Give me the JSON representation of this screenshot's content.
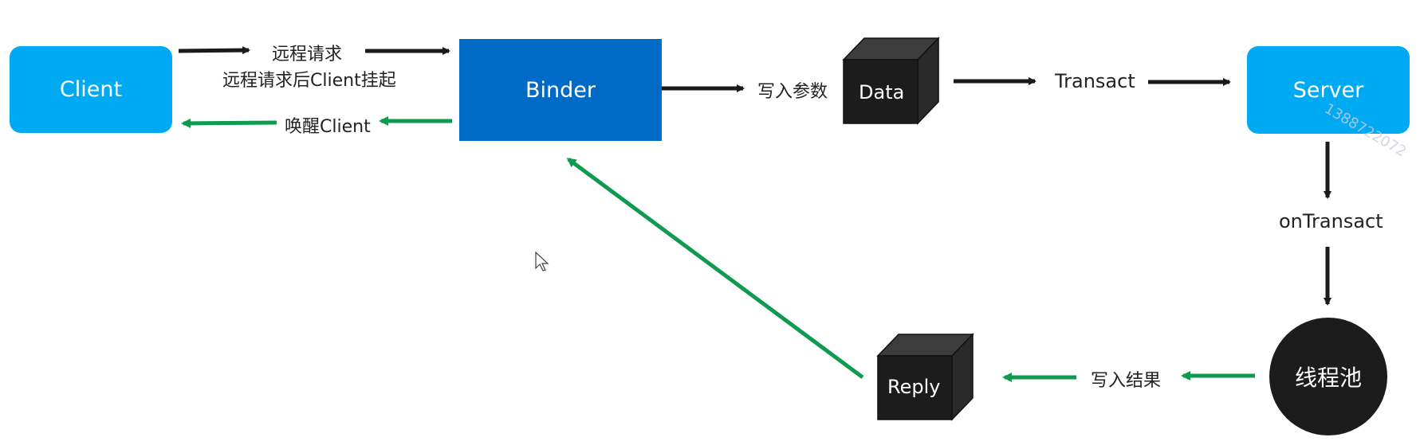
{
  "colors": {
    "client_box": "#00aaf2",
    "binder_box": "#006bc6",
    "server_box": "#00aaf2",
    "cube_front": "#1c1c1c",
    "cube_top": "#3c3c3c",
    "cube_side": "#2a2a2a",
    "thread_pool": "#1c1c1c",
    "arrow_dark": "#1a1a1a",
    "arrow_green": "#0f9a50"
  },
  "nodes": {
    "client": "Client",
    "binder": "Binder",
    "data": "Data",
    "transact": "Transact",
    "server": "Server",
    "on_transact": "onTransact",
    "thread_pool": "线程池",
    "reply": "Reply"
  },
  "edge_labels": {
    "remote_request": "远程请求",
    "client_suspended": "远程请求后Client挂起",
    "wake_client": "唤醒Client",
    "write_params": "写入参数",
    "write_result": "写入结果"
  },
  "watermark": "1388722072"
}
